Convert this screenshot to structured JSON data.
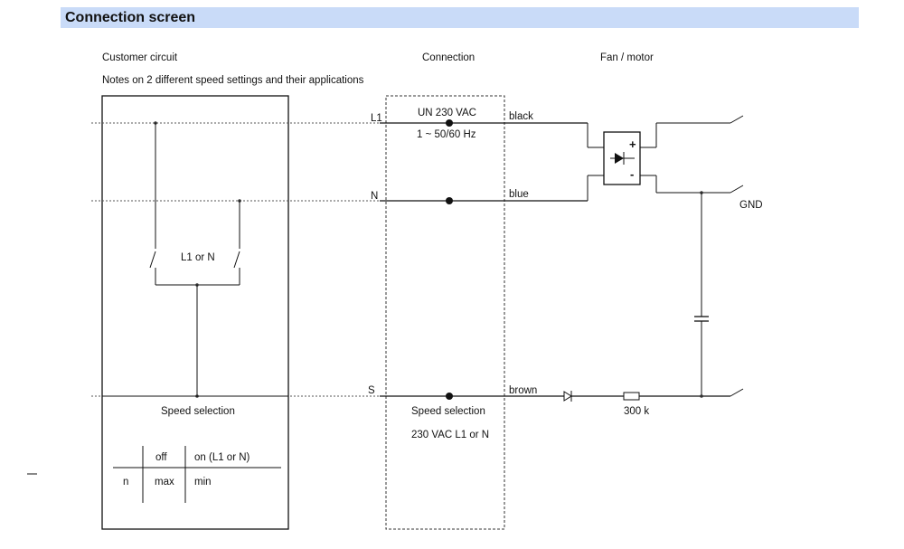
{
  "header": {
    "title": "Connection screen"
  },
  "columns": {
    "customer": "Customer circuit",
    "connection": "Connection",
    "fan": "Fan / motor"
  },
  "notes": "Notes on 2 different speed settings and their applications",
  "terminals": {
    "l1": "L1",
    "n": "N",
    "s": "S"
  },
  "supply": {
    "voltage": "UN 230 VAC",
    "frequency": "1 ~ 50/60 Hz"
  },
  "wires": {
    "black": "black",
    "blue": "blue",
    "brown": "brown"
  },
  "switch_label": "L1 or N",
  "customer_speed_label": "Speed selection",
  "connection_speed_label": "Speed selection",
  "connection_speed_value": "230 VAC L1 or N",
  "resistor_label": "300 k",
  "ground_label": "GND",
  "rectifier": {
    "plus": "+",
    "minus": "-"
  },
  "speed_table": {
    "headers": [
      "",
      "off",
      "on (L1 or N)"
    ],
    "row": [
      "n",
      "max",
      "min"
    ]
  }
}
